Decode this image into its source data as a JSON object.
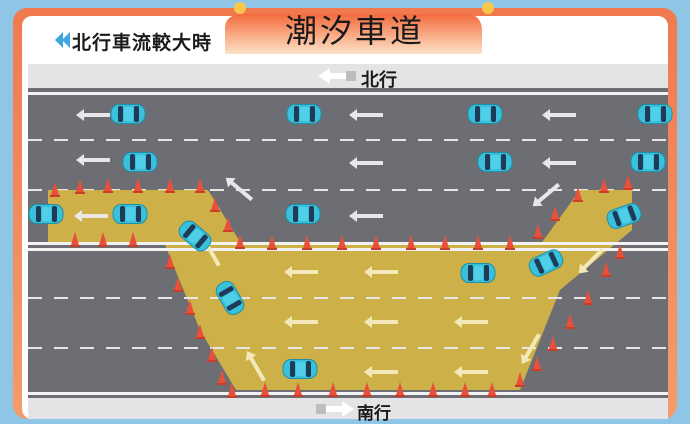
{
  "header": {
    "title": "潮汐車道",
    "subtitle": "北行車流較大時"
  },
  "directions": {
    "north_label": "北行",
    "south_label": "南行"
  },
  "colors": {
    "frame": "#f08a5d",
    "road": "#6c6e73",
    "lane_zone": "#d6b544",
    "car": "#39c1dc",
    "cone": "#e8503a",
    "arrow": "#e7e7e7",
    "chevron": "#3fa7e0"
  },
  "icons": {
    "back_chevron": "double-chevron-left-icon",
    "north_arrow": "arrow-left-icon",
    "south_arrow": "arrow-right-icon"
  }
}
